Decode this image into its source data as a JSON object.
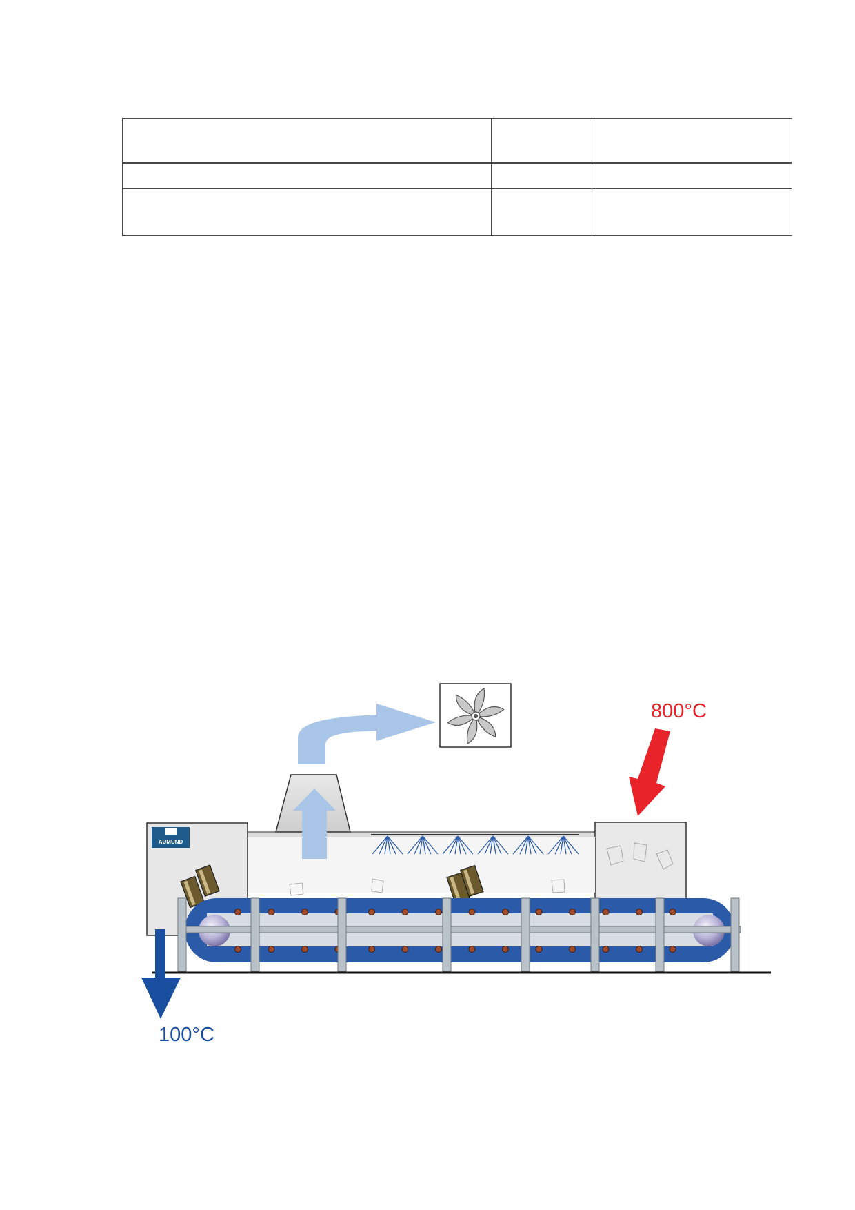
{
  "table": {
    "rows": [
      [
        "",
        "",
        ""
      ],
      [
        "",
        "",
        ""
      ],
      [
        "",
        "",
        ""
      ]
    ]
  },
  "diagram": {
    "logo_text": "AUMUND",
    "inlet_temperature": "800°C",
    "outlet_temperature": "100°C",
    "colors": {
      "inlet_arrow": "#e8232a",
      "outlet_arrow": "#1a4fa0",
      "air_flow": "#a9c6e8",
      "conveyor_belt": "#2b5aa8",
      "sprays": "#2b5aa8",
      "frame": "#b9c2c9"
    },
    "icons": [
      "fan-icon",
      "spray-nozzle-icon",
      "conveyor-belt",
      "hot-material-icon"
    ]
  }
}
